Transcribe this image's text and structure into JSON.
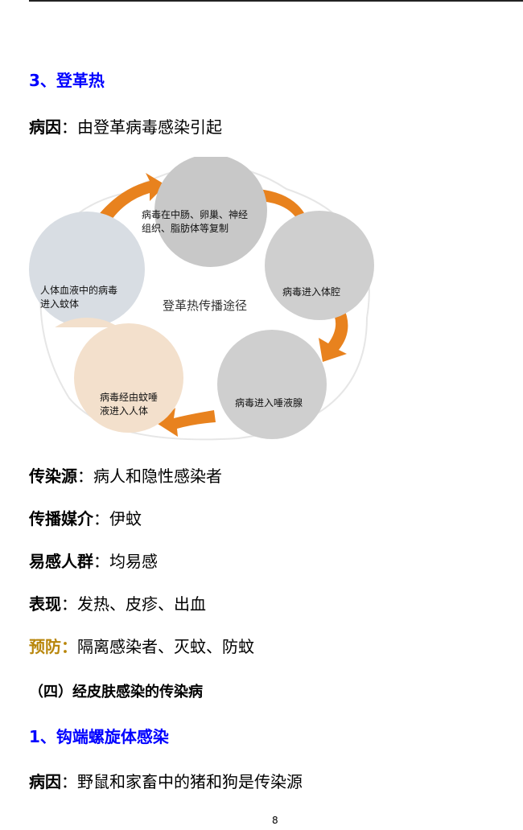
{
  "section_title": "3、登革热",
  "cause": {
    "label": "病因",
    "sep": "：",
    "text": "由登革病毒感染引起"
  },
  "diagram": {
    "title": "登革热传播途径",
    "steps": [
      [
        "人体血液中的病毒",
        "进入蚊体"
      ],
      [
        "病毒在中肠、卵巢、神经",
        "组织、脂肪体等复制"
      ],
      [
        "病毒进入体腔"
      ],
      [
        "病毒进入唾液腺"
      ],
      [
        "病毒经由蚊唾",
        "液进入人体"
      ]
    ]
  },
  "source": {
    "label": "传染源",
    "sep": "：",
    "text": "病人和隐性感染者"
  },
  "vector": {
    "label": "传播媒介",
    "sep": "：",
    "text": "伊蚊"
  },
  "susceptible": {
    "label": "易感人群",
    "sep": "：",
    "text": "均易感"
  },
  "symptoms": {
    "label": "表现",
    "sep": "：",
    "text": "发热、皮疹、出血"
  },
  "prevention": {
    "label": "预防：",
    "text": "隔离感染者、灭蚊、防蚊"
  },
  "subsection": "（四）经皮肤感染的传染病",
  "section2_title": "1、钩端螺旋体感染",
  "cause2": {
    "label": "病因",
    "sep": "：",
    "text": "野鼠和家畜中的猪和狗是传染源"
  },
  "page_number": "8",
  "colors": {
    "heading": "#0000ff",
    "prevention": "#b8860b",
    "arrow": "#e8821e"
  }
}
